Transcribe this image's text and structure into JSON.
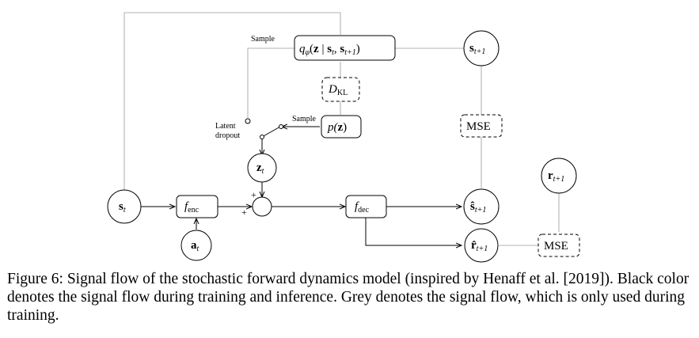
{
  "diagram": {
    "nodes": {
      "s_t": {
        "main": "s",
        "sub": "t"
      },
      "a_t": {
        "main": "a",
        "sub": "t"
      },
      "z_t": {
        "main": "z",
        "sub": "t"
      },
      "s_next": {
        "main": "s",
        "sub": "t+1"
      },
      "s_hat_next": {
        "main": "ŝ",
        "sub": "t+1"
      },
      "r_next": {
        "main": "r",
        "sub": "t+1"
      },
      "r_hat_next": {
        "main": "r̂",
        "sub": "t+1"
      },
      "f_enc": {
        "main": "f",
        "sub": "enc"
      },
      "f_dec": {
        "main": "f",
        "sub": "dec"
      },
      "q_phi": {
        "q": "q",
        "phi": "φ",
        "z": "z",
        "bar": " | ",
        "s": "s",
        "t": "t",
        "comma": ", ",
        "s2": "s",
        "t1": "t+1",
        "open": "(",
        "close": ")"
      },
      "d_kl": {
        "main": "D",
        "sub": "KL"
      },
      "p_z": {
        "p": "p(",
        "z": "z",
        "close": ")"
      },
      "mse_top": "MSE",
      "mse_bottom": "MSE"
    },
    "labels": {
      "sample_top": "Sample",
      "sample_mid": "Sample",
      "latent_dropout_1": "Latent",
      "latent_dropout_2": "dropout",
      "plus_top": "+",
      "plus_left": "+"
    },
    "colors": {
      "training_and_inference": "#000000",
      "training_only": "#b3b3b3"
    }
  },
  "caption": "Figure 6: Signal flow of the stochastic forward dynamics model (inspired by Henaff et al. [2019]). Black color denotes the signal flow during training and inference. Grey denotes the signal flow, which is only used during training."
}
